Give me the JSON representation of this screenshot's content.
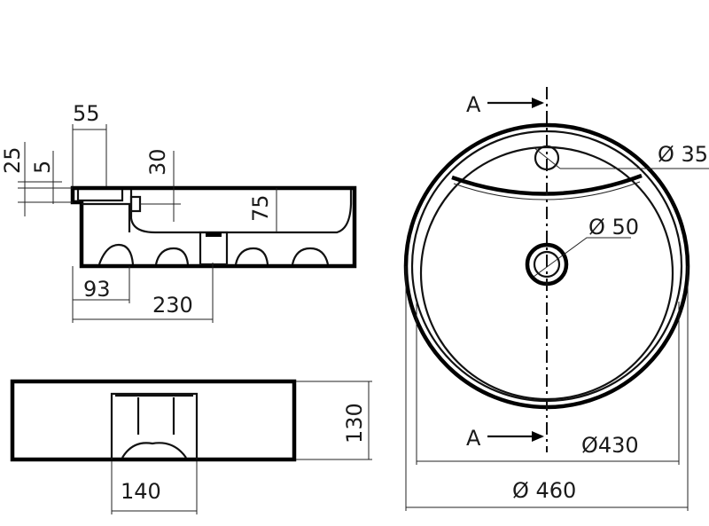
{
  "side_view": {
    "dim_top_rim": "55",
    "dim_overflow_height": "25",
    "dim_rim_thickness": "5",
    "dim_tap_hole_depth": "30",
    "dim_bowl_depth": "75",
    "dim_drain_offset": "93",
    "dim_drain_center": "230"
  },
  "front_view": {
    "dim_height": "130",
    "dim_pedestal_width": "140"
  },
  "top_view": {
    "section_label_top": "A",
    "section_label_bottom": "A",
    "dim_tap_hole": "Ø 35",
    "dim_drain_hole": "Ø 50",
    "dim_inner_diameter": "Ø430",
    "dim_outer_diameter": "Ø 460"
  },
  "colors": {
    "ink": "#000000",
    "background": "#ffffff"
  }
}
